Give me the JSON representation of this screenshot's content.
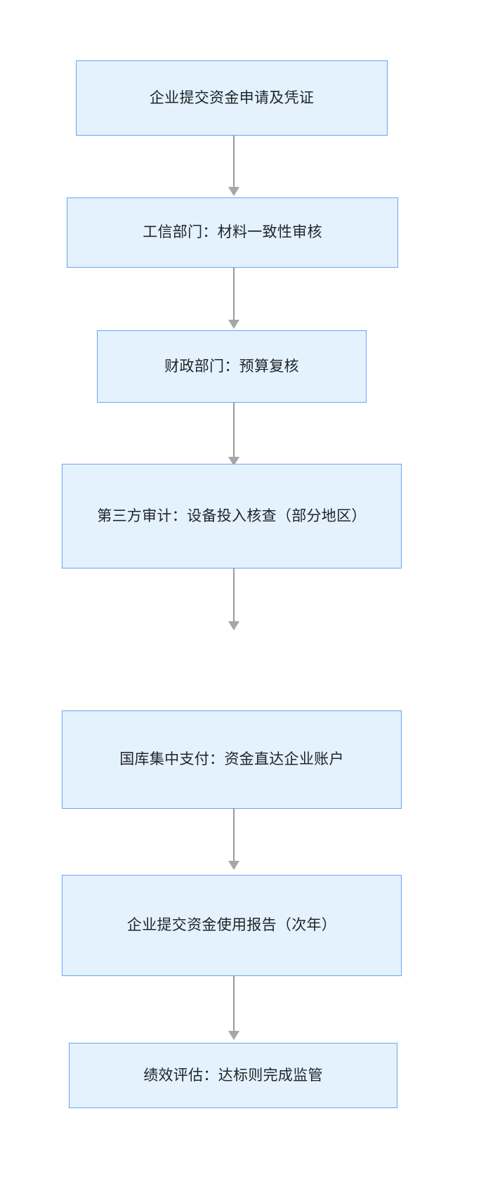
{
  "diagram": {
    "type": "flowchart",
    "orientation": "top-to-bottom",
    "background_color": "#ffffff",
    "node_fill_color": "#e3f2fd",
    "node_border_color": "#6ba3f5",
    "connector_color": "#9a9a9a",
    "text_color": "#21252b",
    "nodes": [
      {
        "id": "n1",
        "label": "企业提交资金申请及凭证"
      },
      {
        "id": "n2",
        "label": "工信部门：材料一致性审核"
      },
      {
        "id": "n3",
        "label": "财政部门：预算复核"
      },
      {
        "id": "n4",
        "label": "第三方审计：设备投入核查（部分地区）"
      },
      {
        "id": "n5",
        "label": "国库集中支付：资金直达企业账户"
      },
      {
        "id": "n6",
        "label": "企业提交资金使用报告（次年）"
      },
      {
        "id": "n7",
        "label": "绩效评估：达标则完成监管"
      }
    ],
    "edges": [
      {
        "from": "n1",
        "to": "n2"
      },
      {
        "from": "n2",
        "to": "n3"
      },
      {
        "from": "n3",
        "to": "n4"
      },
      {
        "from": "n4",
        "to": "n5"
      },
      {
        "from": "n5",
        "to": "n6"
      },
      {
        "from": "n6",
        "to": "n7"
      }
    ]
  }
}
